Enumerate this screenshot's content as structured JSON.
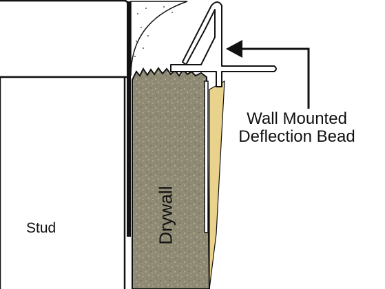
{
  "diagram": {
    "labels": {
      "stud": "Stud",
      "bead_line1": "Wall Mounted",
      "bead_line2": "Deflection Bead",
      "drywall": "Drywall"
    },
    "colors": {
      "drywall_fill": "#8f8a74",
      "drywall_speckle": "#c9c4aa",
      "tape_strip": "#e8d28c",
      "line": "#111111",
      "bead_fill": "#ffffff",
      "background": "#ffffff"
    },
    "icons": [
      "arrow-left-icon"
    ]
  }
}
